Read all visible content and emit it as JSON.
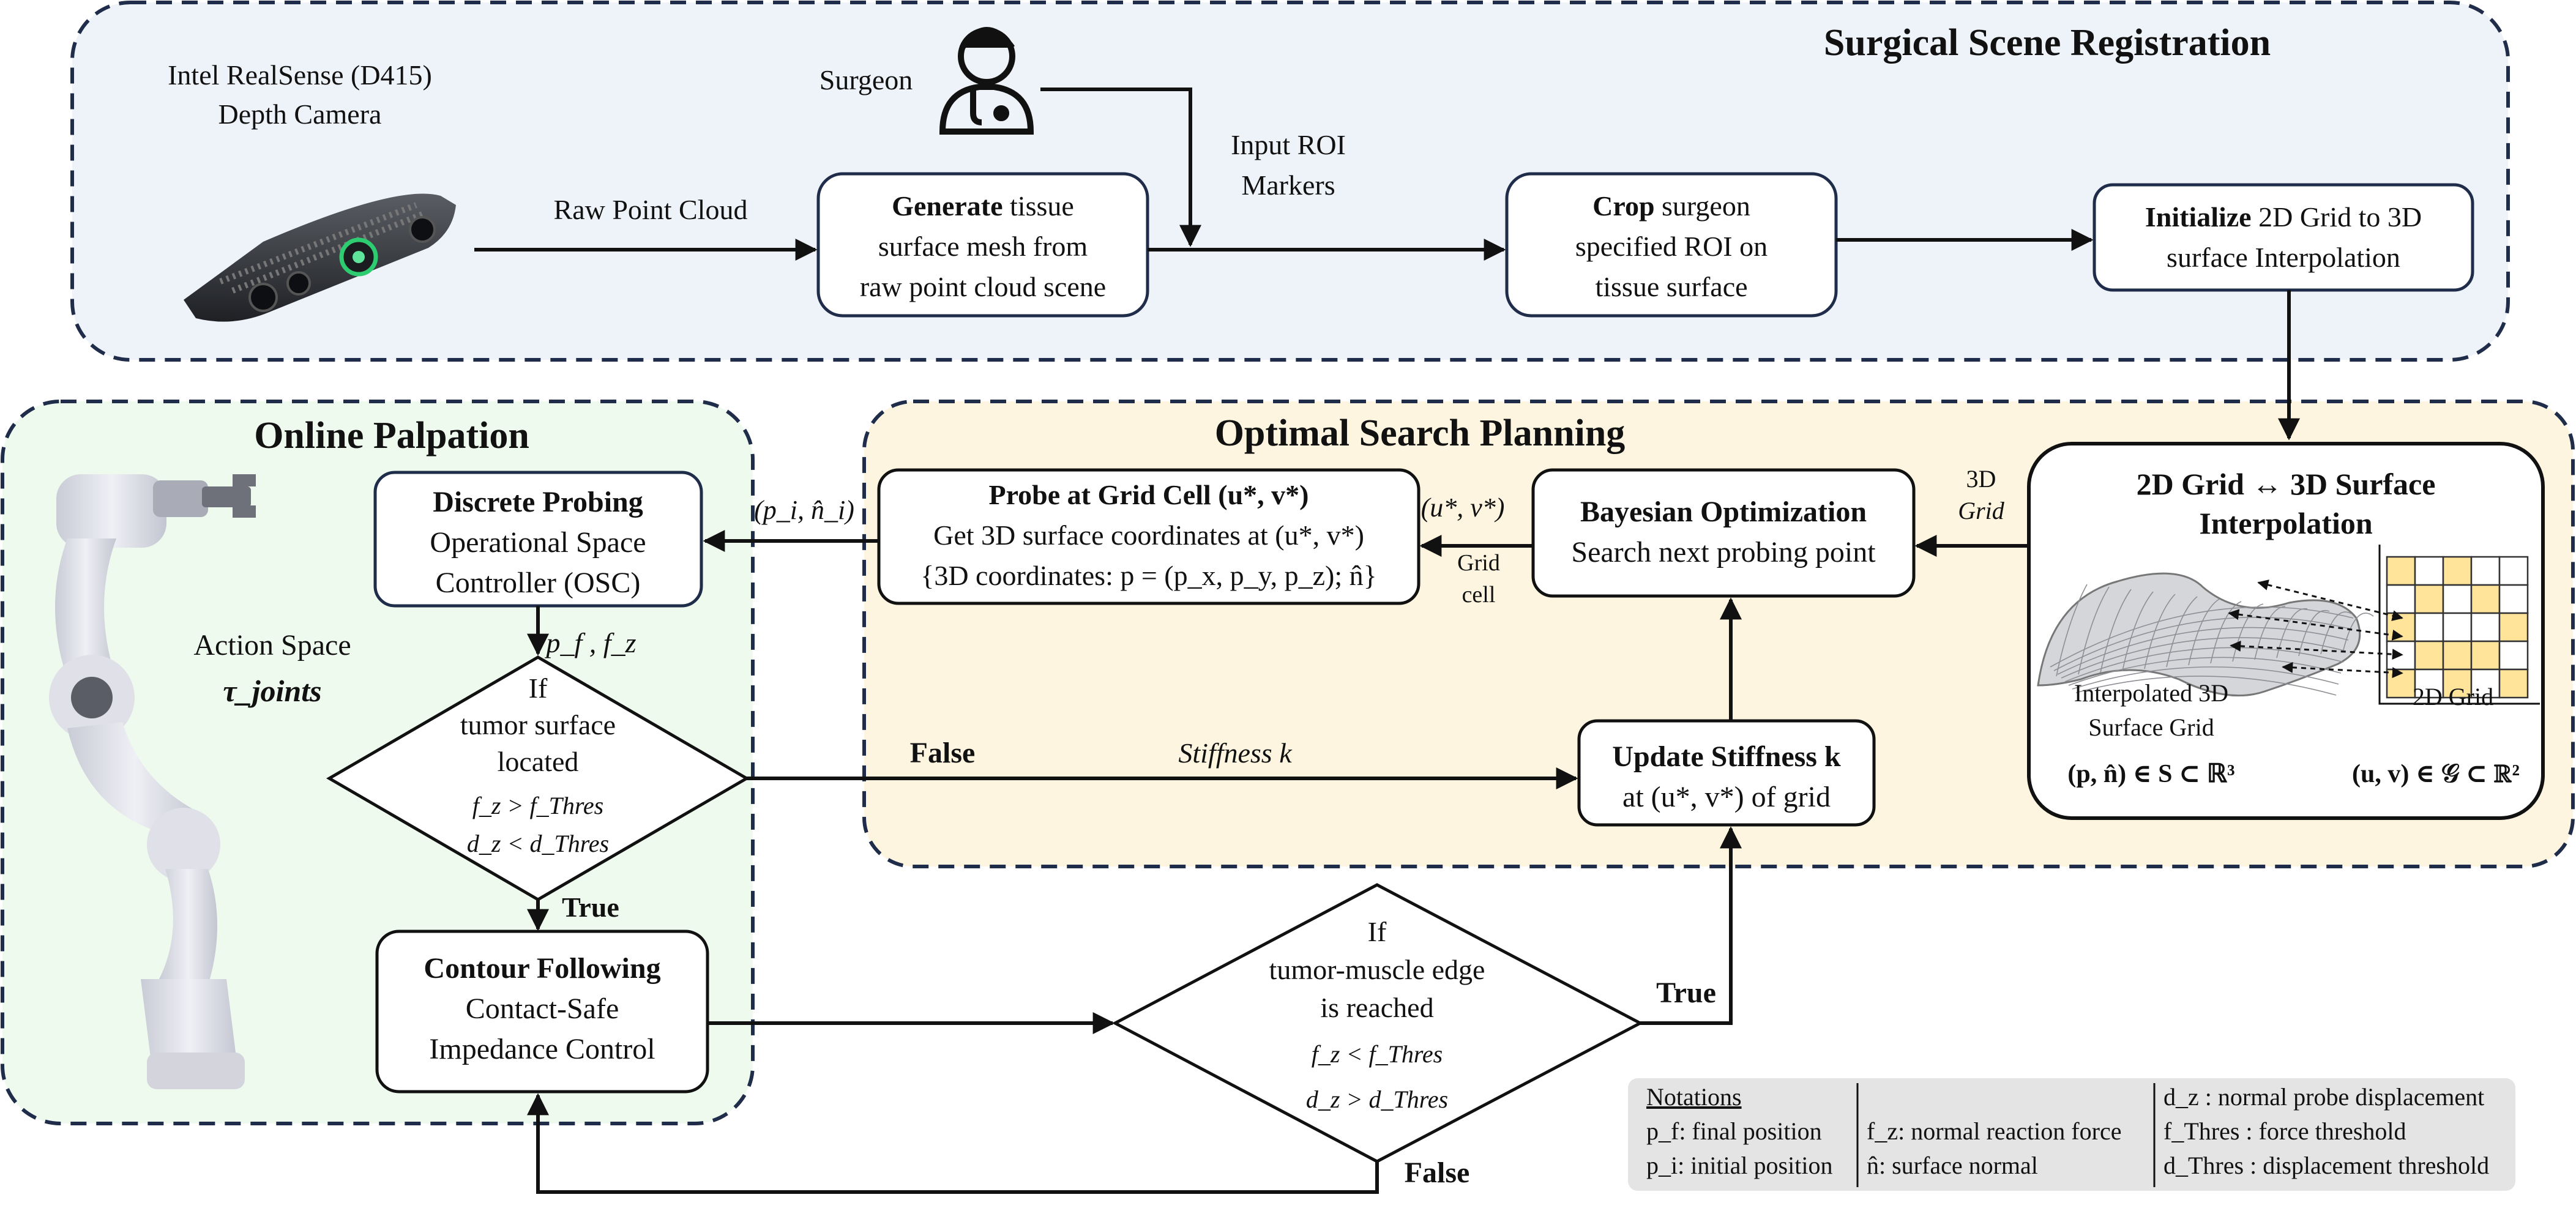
{
  "regions": {
    "registration": {
      "title": "Surgical Scene Registration"
    },
    "palpation": {
      "title": "Online Palpation"
    },
    "search": {
      "title": "Optimal Search Planning"
    }
  },
  "camera": {
    "line1": "Intel RealSense (D415)",
    "line2": "Depth Camera"
  },
  "surgeon": {
    "label": "Surgeon"
  },
  "edge_labels": {
    "raw_point_cloud": "Raw Point Cloud",
    "input_roi_1": "Input ROI",
    "input_roi_2": "Markers",
    "grid3d_1": "3D",
    "grid3d_2": "Grid",
    "grid_cell_1": "Grid",
    "grid_cell_2": "cell",
    "uv_star": "(u*, v*)",
    "pi_ni": "(p_i, n̂_i)",
    "pf_fz": "p_f , f_z",
    "false_1": "False",
    "stiffness_k": "Stiffness k",
    "true_1": "True",
    "true_2": "True",
    "false_2": "False"
  },
  "boxes": {
    "generate": {
      "bold": "Generate",
      "l1rest": " tissue",
      "l2": "surface mesh from",
      "l3": "raw point cloud scene"
    },
    "crop": {
      "bold": "Crop",
      "l1rest": "  surgeon",
      "l2": "specified ROI on",
      "l3": "tissue surface"
    },
    "initialize": {
      "bold": "Initialize",
      "l1rest": " 2D Grid to 3D",
      "l2": "surface Interpolation"
    },
    "discrete": {
      "title": "Discrete Probing",
      "l2": "Operational Space",
      "l3": "Controller (OSC)"
    },
    "probe": {
      "title": "Probe at Grid Cell (u*, v*)",
      "l2": "Get 3D surface coordinates at (u*, v*)",
      "l3": "{3D coordinates: p = (p_x, p_y, p_z); n̂}"
    },
    "bayes": {
      "title": "Bayesian Optimization",
      "l2": "Search next probing point"
    },
    "update": {
      "title": "Update Stiffness k",
      "l2": "at (u*, v*) of  grid"
    },
    "contour": {
      "title": "Contour Following",
      "l2": "Contact-Safe",
      "l3": "Impedance Control"
    }
  },
  "decisions": {
    "tumor_surface": {
      "l1": "If",
      "l2": "tumor surface",
      "l3": "located",
      "l4": "f_z > f_Thres",
      "l5": "d_z < d_Thres"
    },
    "tumor_edge": {
      "l1": "If",
      "l2": "tumor-muscle edge",
      "l3": "is reached",
      "l4": "f_z < f_Thres",
      "l5": "d_z > d_Thres"
    }
  },
  "robot": {
    "action_space": "Action Space",
    "tau": "τ_joints"
  },
  "interpolation": {
    "title1": "2D Grid ↔ 3D Surface",
    "title2": "Interpolation",
    "surface_label1": "Interpolated 3D",
    "surface_label2": "Surface Grid",
    "grid_label": "2D Grid",
    "surface_set": "(p, n̂) ∈ S ⊂ ℝ³",
    "grid_set": "(u, v) ∈ 𝒢 ⊂ ℝ²"
  },
  "notations": {
    "title": "Notations",
    "col1": [
      "p_f: final position",
      "p_i: initial position"
    ],
    "col2": [
      "f_z: normal reaction force",
      "n̂: surface normal"
    ],
    "col3": [
      "d_z : normal probe displacement",
      "f_Thres : force threshold",
      "d_Thres : displacement threshold"
    ]
  },
  "colors": {
    "registration_bg": "#eef2f9",
    "palpation_bg": "#eefaee",
    "search_bg": "#fdf5df",
    "border": "#1f2d4a",
    "grid_fill": "#ffe49a",
    "notation_bg": "#e4e4e4"
  }
}
